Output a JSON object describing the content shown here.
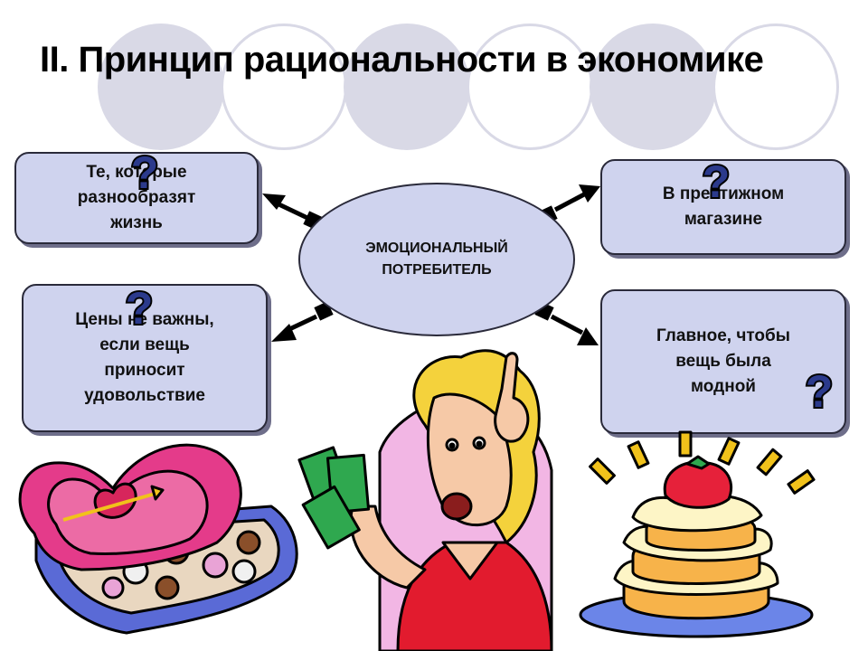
{
  "slide": {
    "title": "II. Принцип рациональности в экономике",
    "center": {
      "line1": "ЭМОЦИОНАЛЬНЫЙ",
      "line2": "ПОТРЕБИТЕЛЬ"
    },
    "boxes": [
      {
        "lines": [
          "Те, которые",
          "разнообразят",
          "жизнь"
        ]
      },
      {
        "lines": [
          "Цены не важны,",
          "если вещь",
          "приносит",
          "удовольствие"
        ]
      },
      {
        "lines": [
          "В престижном",
          "магазине"
        ]
      },
      {
        "lines": [
          "Главное, чтобы",
          "вещь была",
          "модной"
        ]
      }
    ],
    "question_mark": "?",
    "colors": {
      "box_fill": "#cfd3ee",
      "circle_fill": "#d9d9e6",
      "question_fill": "#2b3a8c",
      "arrow": "#000000"
    },
    "images": [
      "heart-candy-box",
      "woman-with-money",
      "strawberry-cake"
    ]
  }
}
